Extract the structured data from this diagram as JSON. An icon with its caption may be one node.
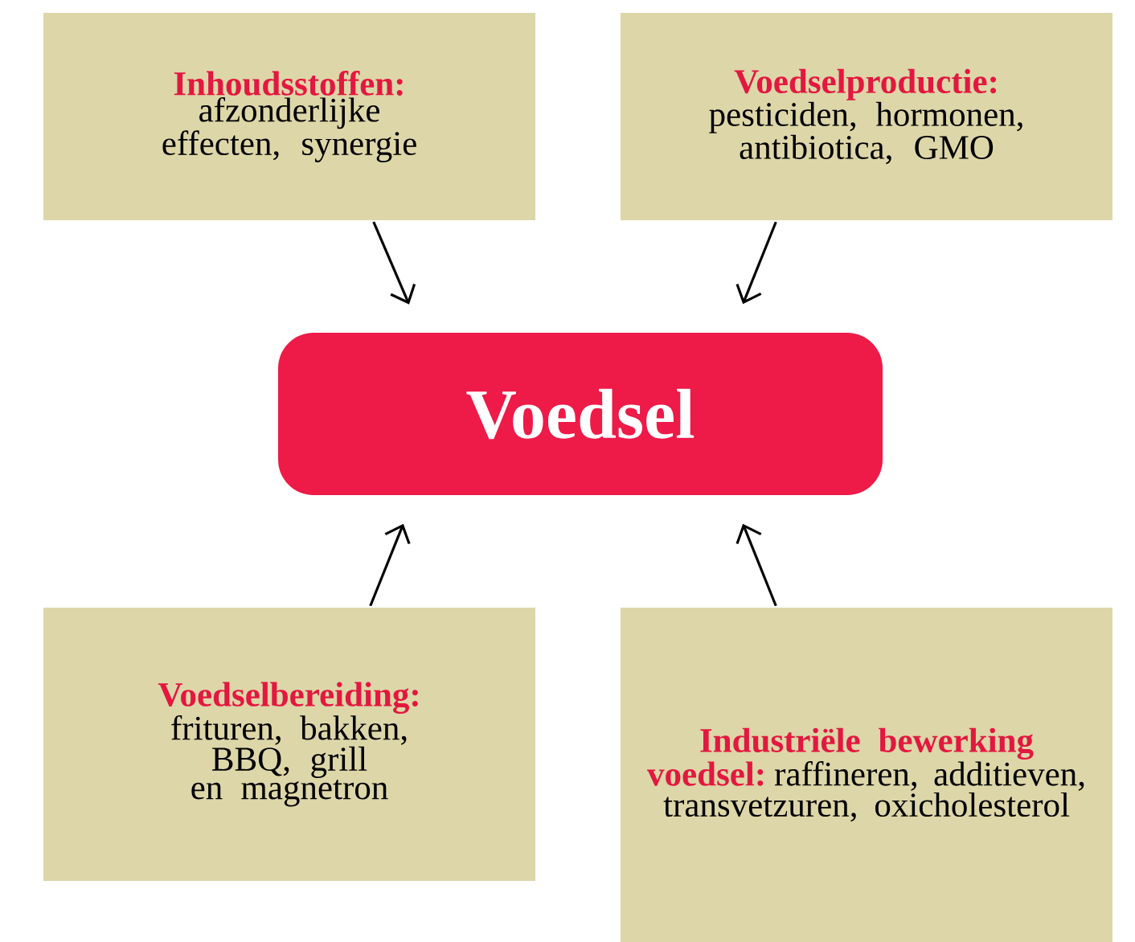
{
  "diagram": {
    "nodes": [
      {
        "text": [
          "Voedsel"
        ]
      },
      {
        "text": [
          "Inhoudsstoffen:",
          "afzonderlijke effecten, synergie"
        ]
      },
      {
        "text": [
          "Voedselproductie:",
          "pesticiden, hormonen, antibiotica, GMO"
        ]
      },
      {
        "text": [
          "Voedselbereiding:",
          "frituren, bakken, BBQ, grill en magnetron"
        ]
      },
      {
        "text": [
          "Industriële bewerking voedsel:",
          "raffineren, additieven, transvetzuren, oxicholesterol"
        ]
      }
    ],
    "edges": [
      {
        "from": 1,
        "to": 0,
        "arrow": "to"
      },
      {
        "from": 2,
        "to": 0,
        "arrow": "to"
      },
      {
        "from": 3,
        "to": 0,
        "arrow": "to"
      },
      {
        "from": 4,
        "to": 0,
        "arrow": "to"
      }
    ]
  }
}
